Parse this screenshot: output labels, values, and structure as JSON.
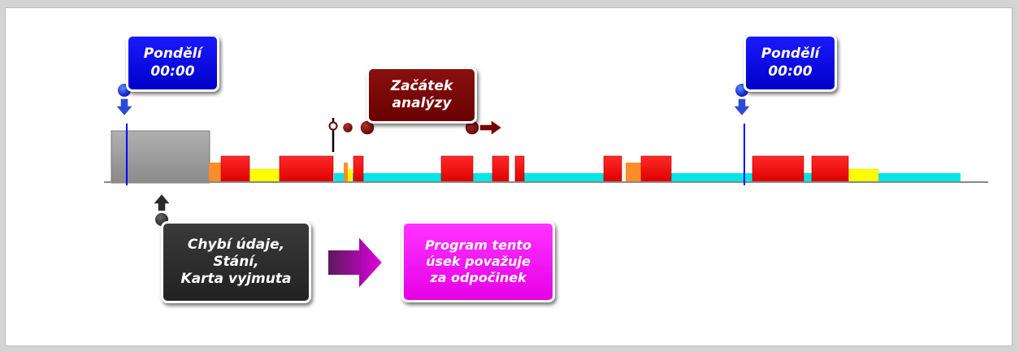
{
  "callouts": {
    "monday_start": "Pondělí\n00:00",
    "monday_end": "Pondělí\n00:00",
    "analysis_start": "Začátek\nanalýzy",
    "missing_data": "Chybí údaje,\nStání,\nKarta vyjmuta",
    "treated_as_rest": "Program tento\núsek považuje\nza odpočinek"
  },
  "colors": {
    "monday_marker": "#0000ff",
    "analysis_marker": "#6a0000",
    "missing_block": "#9a9a9a",
    "driving": "#ff0000",
    "work": "#ff8c2a",
    "availability": "#ffff00",
    "rest": "#00e5e5",
    "rest_callout": "#ff00ff"
  },
  "icons": {
    "pin": "pin-marker-icon",
    "arrow_down": "arrow-down-icon",
    "arrow_up": "arrow-up-icon",
    "arrow_right": "arrow-right-icon",
    "signal": "signal-lights-icon"
  }
}
